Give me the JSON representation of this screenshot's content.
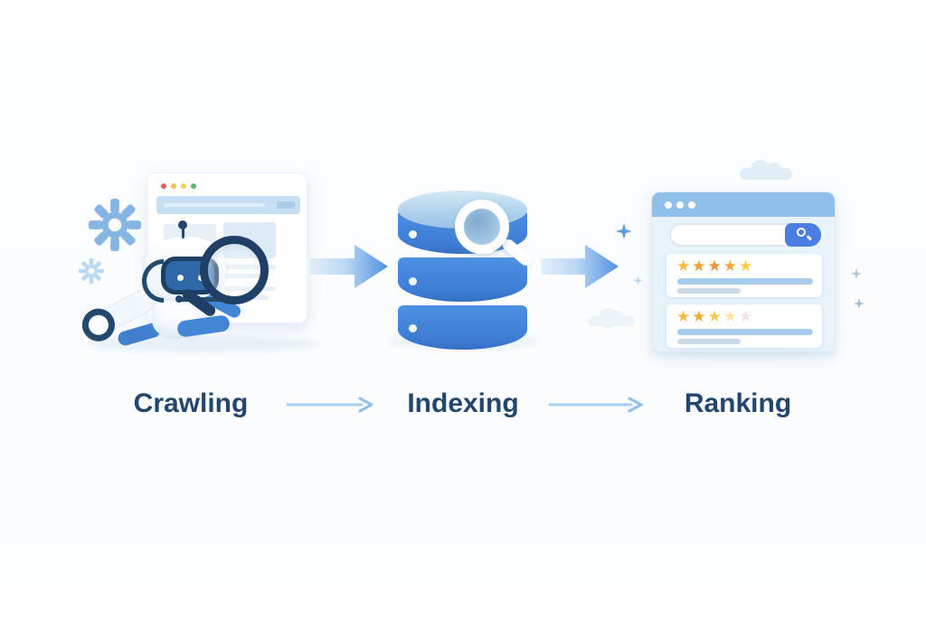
{
  "figure": {
    "description": "Search engine pipeline illustration: Crawling to Indexing to Ranking",
    "steps": [
      {
        "label": "Crawling",
        "illustration": "robot-with-magnifier-scanning-webpage"
      },
      {
        "label": "Indexing",
        "illustration": "database-with-magnifier"
      },
      {
        "label": "Ranking",
        "illustration": "search-results-with-star-ratings"
      }
    ]
  },
  "glyphs": {
    "star": "★"
  },
  "crawling": {
    "traffic_dots": [
      "#e2605c",
      "#f2c14e",
      "#efd35e",
      "#5cb86a"
    ]
  },
  "ranking": {
    "results": [
      {
        "stars": [
          "#f6bb3f",
          "#f29d2f",
          "#ee8e31",
          "#f2a63b",
          "#f6ca45"
        ]
      },
      {
        "stars": [
          "#f6bb3f",
          "#f2a733",
          "#f1c94f",
          "#f8e3ab",
          "#f7e3e3"
        ]
      }
    ]
  },
  "palette": {
    "label_text": "#23466e",
    "database_blue": "#4285dc",
    "arrow_gradient_end": "#4f90e1",
    "browser_bar_blue": "#8fc0ec",
    "search_button_blue": "#4b7de2",
    "connector_blue": "#a9cfef"
  }
}
